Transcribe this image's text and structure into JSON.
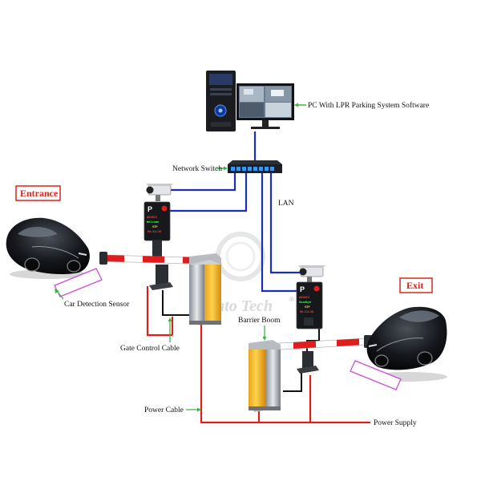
{
  "labels": {
    "pc": "PC With LPR Parking System Software",
    "network_switch": "Network Switch",
    "lan": "LAN",
    "car_detection_sensor": "Car Detection Sensor",
    "gate_control_cable": "Gate Control Cable",
    "barrier_boom": "Barrier Boom",
    "power_cable": "Power Cable",
    "power_supply": "Power Supply"
  },
  "tags": {
    "entrance": "Entrance",
    "exit": "Exit"
  },
  "watermark": {
    "text": "Zento Tech",
    "registered": "®"
  },
  "entrance_display": {
    "p": "P",
    "l1": "AN1BCS",
    "l2": "Welcome",
    "l3": "VIP",
    "l4": "06/14/18"
  },
  "exit_display": {
    "p": "P",
    "l1": "AN1BCS",
    "l2": "Goodbye",
    "l3": "VIP",
    "l4": "06/14/18"
  },
  "colors": {
    "data_line": "#1a2fb5",
    "power_line": "#e01c1c",
    "control_line": "#111111",
    "callout": "#3bb54a",
    "tag": "#d9251c",
    "sensor": "#c94fd8"
  },
  "icons": [
    "computer-tower-icon",
    "monitor-icon",
    "network-switch-icon",
    "lpr-camera-icon",
    "car-icon",
    "barrier-gate-icon",
    "loop-sensor-icon"
  ]
}
